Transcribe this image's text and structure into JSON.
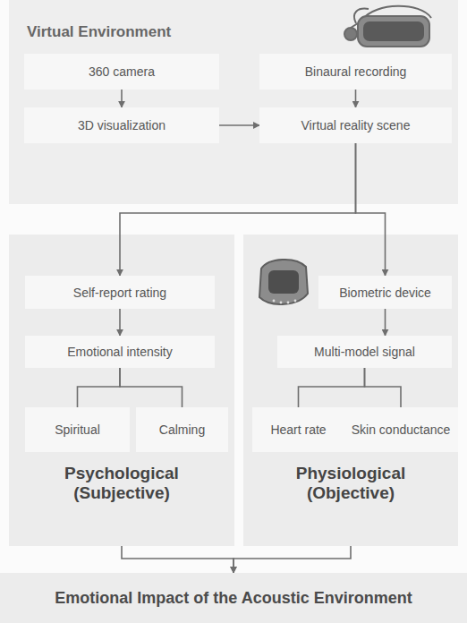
{
  "diagram": {
    "nodes": [
      {
        "text": [
          "Virtual Environment"
        ]
      },
      {
        "text": [
          "360 camera"
        ],
        "in": 0
      },
      {
        "text": [
          "Binaural recording"
        ],
        "in": 0
      },
      {
        "text": [
          "3D visualization"
        ],
        "in": 0
      },
      {
        "text": [
          "Virtual reality scene"
        ],
        "in": 0
      },
      {
        "text": [
          "Psychological (Subjective)"
        ]
      },
      {
        "text": [
          "Self-report rating"
        ],
        "in": 5
      },
      {
        "text": [
          "Emotional intensity"
        ],
        "in": 5
      },
      {
        "text": [
          "Spiritual"
        ],
        "in": 5
      },
      {
        "text": [
          "Calming"
        ],
        "in": 5
      },
      {
        "text": [
          "Physiological (Objective)"
        ]
      },
      {
        "text": [
          "Biometric device"
        ],
        "in": 10
      },
      {
        "text": [
          "Multi-model signal"
        ],
        "in": 10
      },
      {
        "text": [
          "Heart rate"
        ],
        "in": 10
      },
      {
        "text": [
          "Skin conductance"
        ],
        "in": 10
      },
      {
        "text": [
          "Emotional Impact of the Acoustic Environment"
        ]
      }
    ],
    "edges": [
      {
        "from": 1,
        "to": 3,
        "arrow": "to"
      },
      {
        "from": 2,
        "to": 4,
        "arrow": "to"
      },
      {
        "from": 3,
        "to": 4,
        "arrow": "to"
      },
      {
        "from": 4,
        "to": 6,
        "arrow": "to"
      },
      {
        "from": 4,
        "to": 11,
        "arrow": "to"
      },
      {
        "from": 6,
        "to": 7,
        "arrow": "to"
      },
      {
        "from": 7,
        "to": 8,
        "arrow": "none"
      },
      {
        "from": 7,
        "to": 9,
        "arrow": "none"
      },
      {
        "from": 11,
        "to": 12,
        "arrow": "to"
      },
      {
        "from": 12,
        "to": 13,
        "arrow": "none"
      },
      {
        "from": 12,
        "to": 14,
        "arrow": "none"
      },
      {
        "from": 5,
        "to": 15,
        "arrow": "to"
      },
      {
        "from": 10,
        "to": 15,
        "arrow": "to"
      }
    ]
  }
}
